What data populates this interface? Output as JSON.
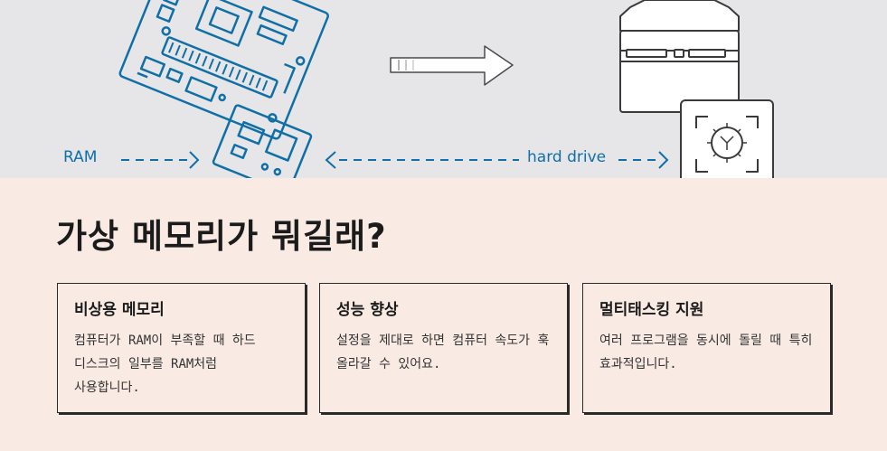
{
  "illustration": {
    "ram_label": "RAM",
    "hard_drive_label": "hard drive",
    "colors": {
      "circuit": "#0f6fa6",
      "outline": "#3a3a3a",
      "background": "#e6e6e8"
    }
  },
  "title": "가상 메모리가 뭐길래?",
  "cards": [
    {
      "title": "비상용 메모리",
      "body": "컴퓨터가 RAM이 부족할 때 하드 디스크의 일부를 RAM처럼 사용합니다."
    },
    {
      "title": "성능 향상",
      "body": "설정을 제대로 하면 컴퓨터 속도가 훅 올라갈 수 있어요."
    },
    {
      "title": "멀티태스킹 지원",
      "body": "여러 프로그램을 동시에 돌릴 때 특히 효과적입니다."
    }
  ]
}
